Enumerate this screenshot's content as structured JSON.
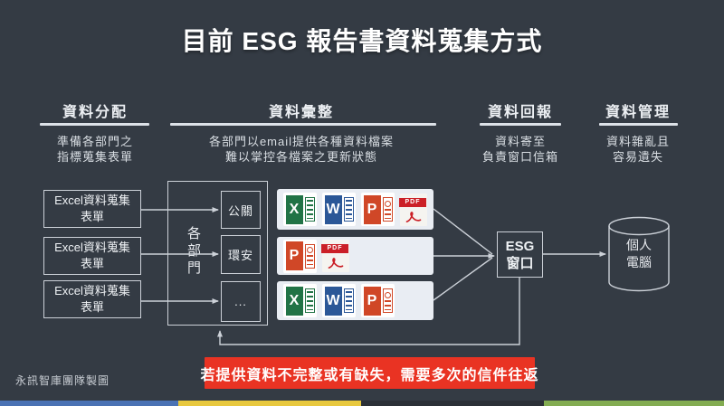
{
  "slide": {
    "title": "目前 ESG 報告書資料蒐集方式",
    "credit": "永訊智庫團隊製圖",
    "warning_banner": "若提供資料不完整或有缺失，需要多次的信件往返"
  },
  "columns": [
    {
      "header": "資料分配",
      "desc": "準備各部門之\n指標蒐集表單"
    },
    {
      "header": "資料彙整",
      "desc": "各部門以email提供各種資料檔案\n難以掌控各檔案之更新狀態"
    },
    {
      "header": "資料回報",
      "desc": "資料寄至\n負責窗口信箱"
    },
    {
      "header": "資料管理",
      "desc": "資料雜亂且\n容易遺失"
    }
  ],
  "flow": {
    "form_boxes": [
      "Excel資料蒐集表單",
      "Excel資料蒐集表單",
      "Excel資料蒐集表單"
    ],
    "department_group_label": "各部門",
    "departments": [
      "公關",
      "環安",
      "..."
    ],
    "file_rows": [
      [
        "excel",
        "word",
        "powerpoint",
        "pdf"
      ],
      [
        "powerpoint",
        "pdf"
      ],
      [
        "excel",
        "word",
        "powerpoint"
      ]
    ],
    "esg_contact_label": "ESG\n窗口",
    "storage_label": "個人\n電腦"
  },
  "icons": {
    "excel": {
      "letter": "X",
      "color": "#217346",
      "name": "excel-file-icon"
    },
    "word": {
      "letter": "W",
      "color": "#2B5797",
      "name": "word-file-icon"
    },
    "powerpoint": {
      "letter": "P",
      "color": "#D04727",
      "name": "powerpoint-file-icon"
    },
    "pdf": {
      "label": "PDF",
      "color": "#CB2027",
      "name": "pdf-file-icon"
    }
  },
  "colors": {
    "background": "#343B44",
    "connector_line": "#CCD1D8",
    "banner_red": "#E93323",
    "strip_light": "#E9EDF3",
    "footer_strip": [
      "#4A72B4",
      "#E8C83E",
      "#2B3037",
      "#83AC51"
    ]
  }
}
